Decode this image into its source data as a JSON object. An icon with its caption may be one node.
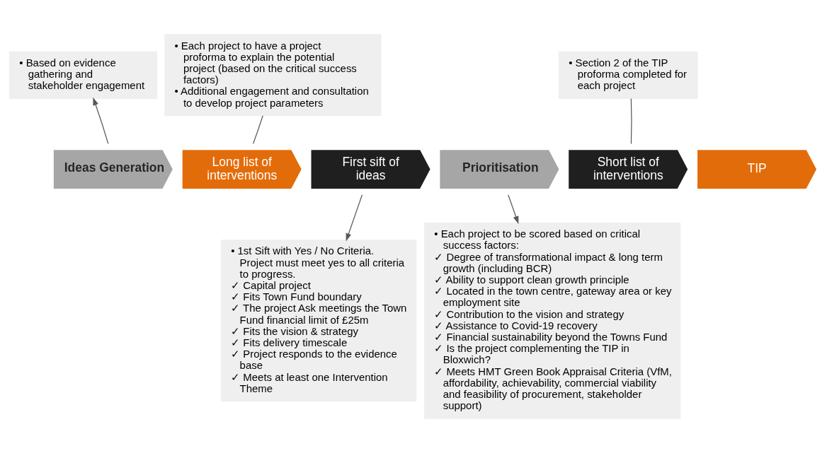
{
  "diagram": {
    "nodes": [
      {
        "text": [
          "Ideas Generation"
        ]
      },
      {
        "text": [
          "Long list of interventions"
        ]
      },
      {
        "text": [
          "First sift of ideas"
        ]
      },
      {
        "text": [
          "Prioritisation"
        ]
      },
      {
        "text": [
          "Short list of interventions"
        ]
      },
      {
        "text": [
          "TIP"
        ]
      },
      {
        "text": [
          "• Based on evidence gathering and stakeholder engagement"
        ]
      },
      {
        "text": [
          "• Each project to have a project proforma to explain the potential project (based on the critical success factors)",
          "• Additional engagement and consultation to develop project parameters"
        ]
      },
      {
        "text": [
          "• Section 2 of the TIP proforma completed for each project"
        ]
      },
      {
        "text": [
          "• 1st Sift with Yes / No Criteria. Project must meet yes to all criteria to progress.",
          "✓ Capital project",
          "✓ Fits Town Fund boundary",
          "✓ The project Ask meetings the Town Fund financial limit of £25m",
          "✓ Fits the vision & strategy",
          "✓ Fits delivery timescale",
          "✓ Project responds to the evidence base",
          "✓ Meets at least one Intervention Theme"
        ]
      },
      {
        "text": [
          "• Each project to be scored based on critical success factors:",
          "✓ Degree of transformational impact & long term growth (including BCR)",
          "✓ Ability to support clean growth principle",
          "✓ Located in the town centre, gateway area or key employment site",
          "✓ Contribution to the vision and strategy",
          "✓ Assistance to Covid-19 recovery",
          "✓ Financial sustainability beyond the Towns Fund",
          "✓ Is the project complementing the TIP in Bloxwich?",
          "✓ Meets HMT Green Book Appraisal Criteria (VfM, affordability, achievability, commercial viability and feasibility of procurement, stakeholder support)"
        ]
      }
    ],
    "edges": [
      {
        "from": 0,
        "to": 6,
        "arrow": "to"
      },
      {
        "from": 1,
        "to": 7,
        "arrow": "none"
      },
      {
        "from": 4,
        "to": 8,
        "arrow": "none"
      },
      {
        "from": 2,
        "to": 9,
        "arrow": "to"
      },
      {
        "from": 3,
        "to": 10,
        "arrow": "to"
      }
    ]
  }
}
